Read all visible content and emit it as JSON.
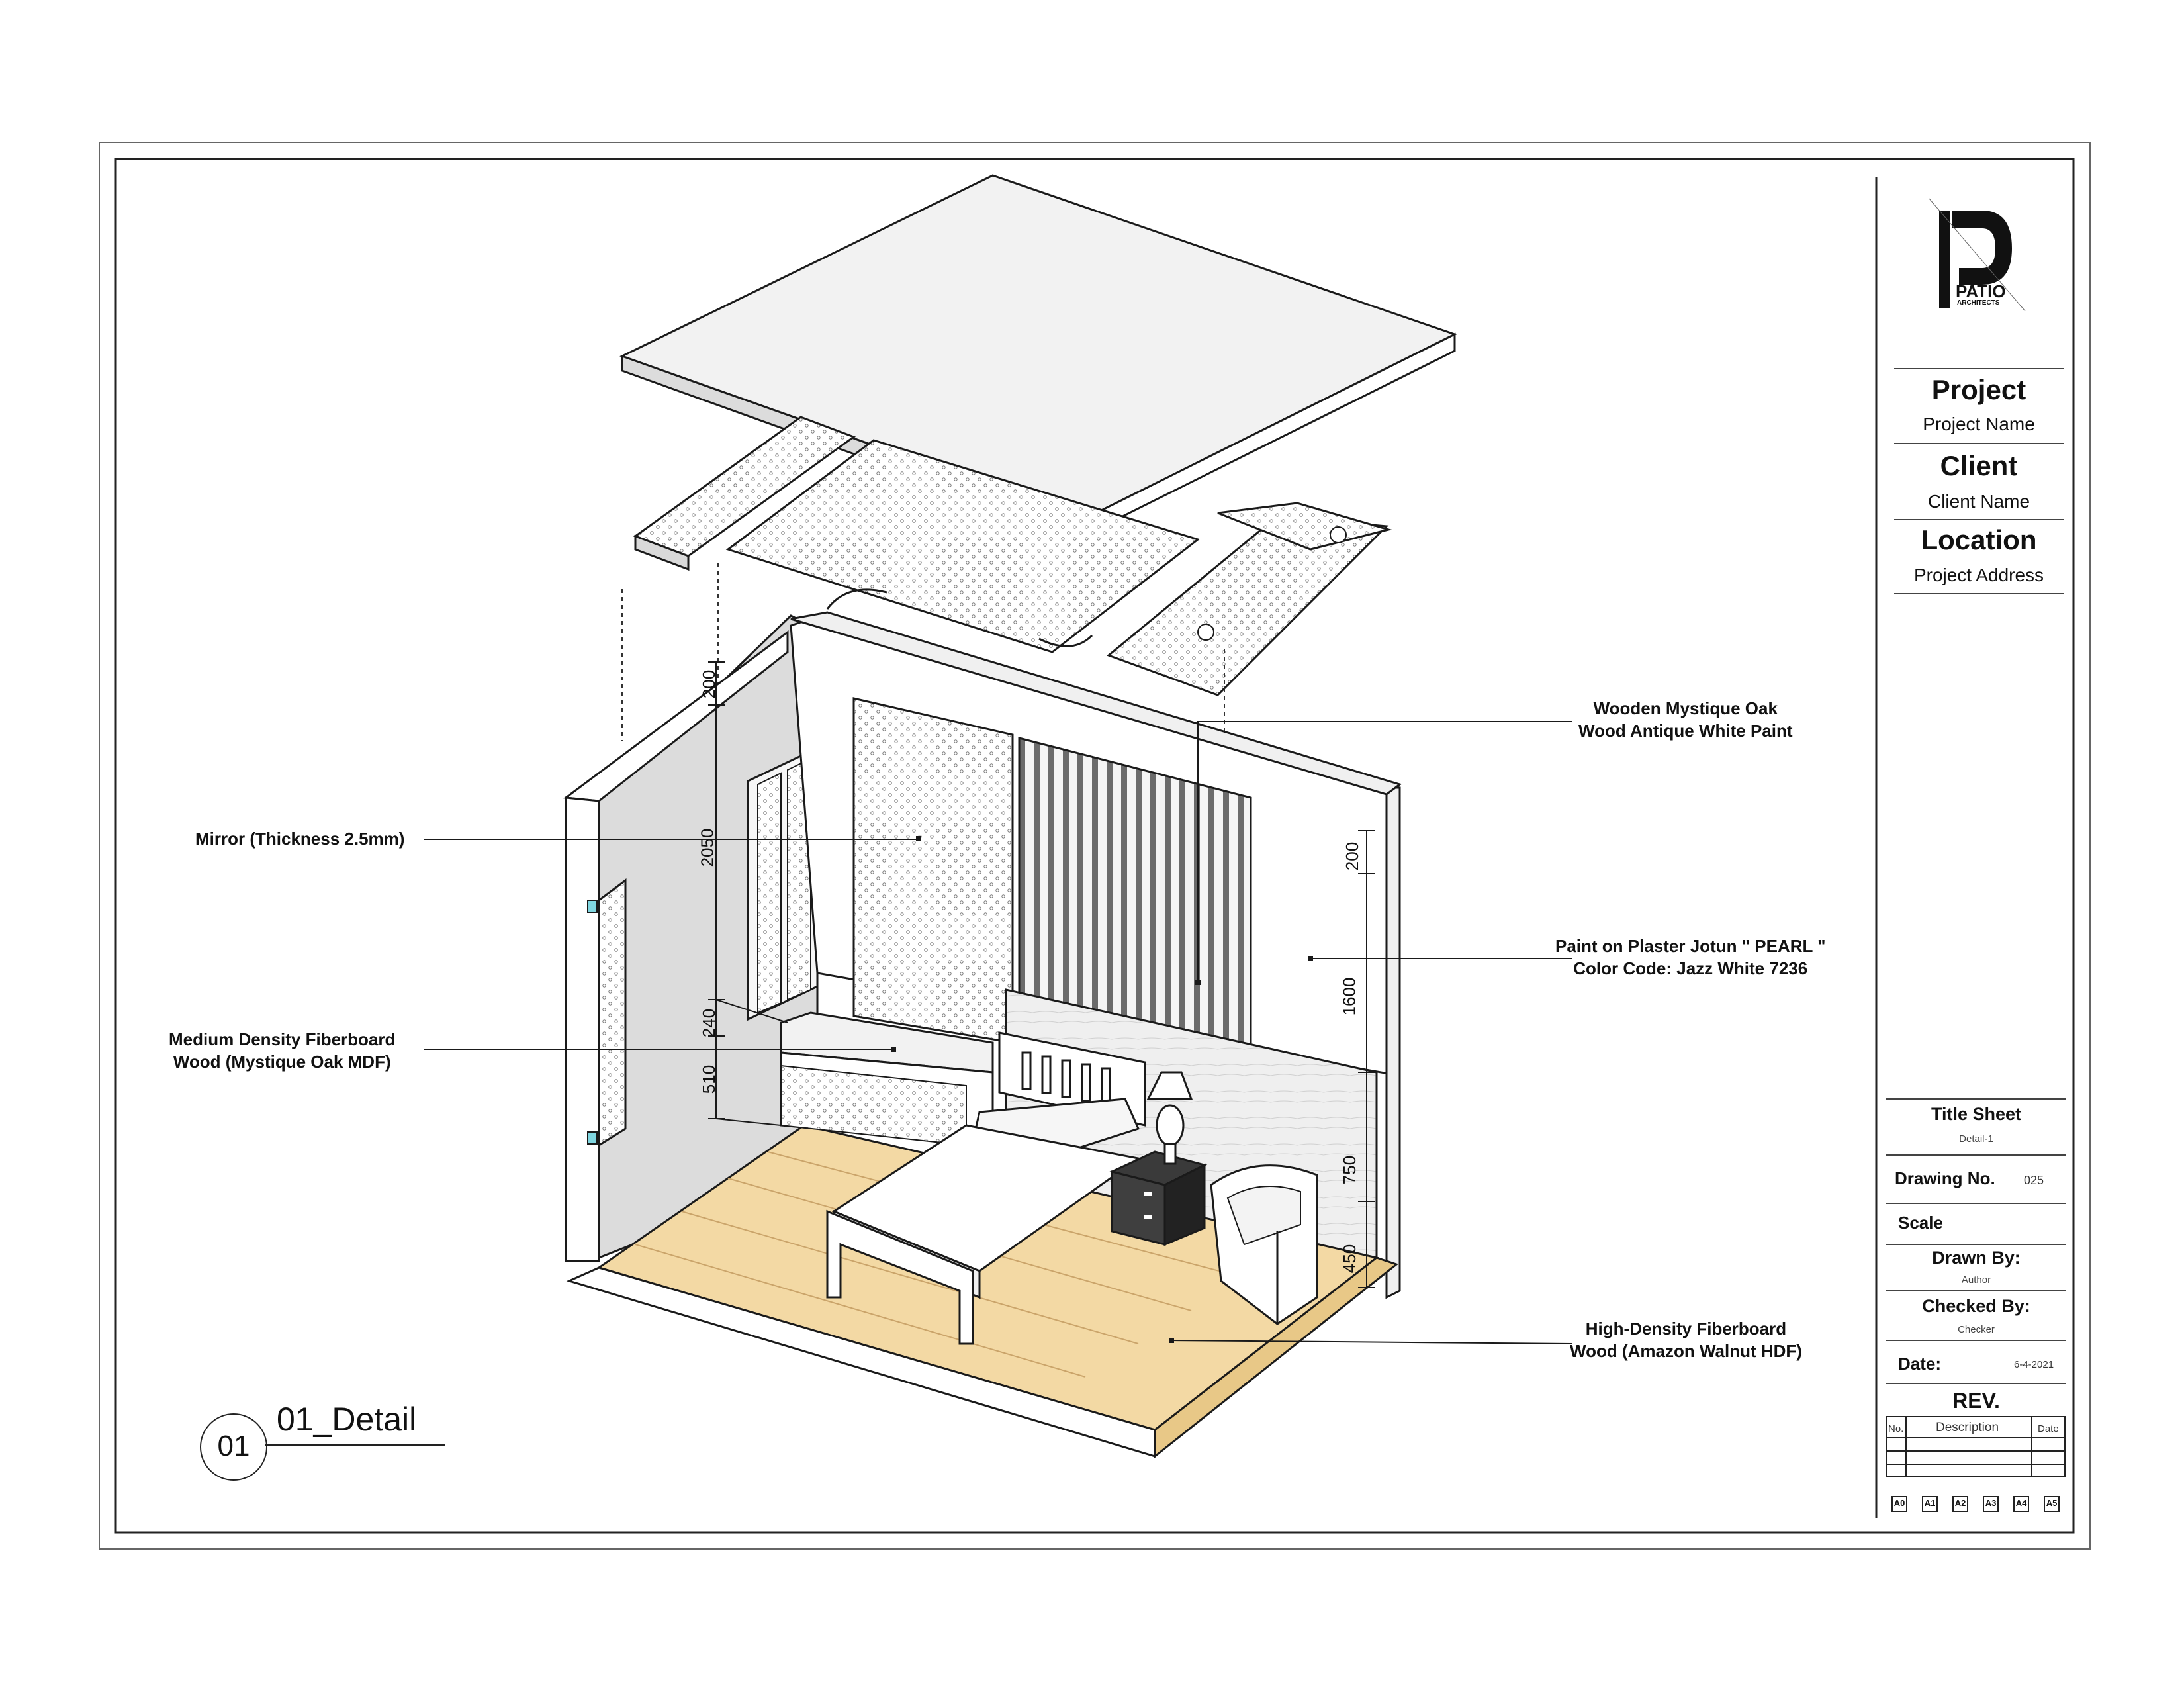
{
  "view": {
    "number": "01",
    "title": "01_Detail"
  },
  "dimensions": {
    "left_200": "200",
    "left_2050": "2050",
    "left_240": "240",
    "left_510": "510",
    "right_200": "200",
    "right_1600": "1600",
    "right_750": "750",
    "right_450": "450"
  },
  "annotations": {
    "mirror": {
      "line1": "Mirror (Thickness 2.5mm)"
    },
    "mdf": {
      "line1": "Medium Density Fiberboard",
      "line2": "Wood (Mystique Oak MDF)"
    },
    "oak": {
      "line1": "Wooden Mystique Oak",
      "line2": "Wood Antique White Paint"
    },
    "paint": {
      "line1": "Paint on Plaster Jotun \" PEARL \"",
      "line2": "Color Code: Jazz White 7236"
    },
    "hdf": {
      "line1": "High-Density Fiberboard",
      "line2": "Wood (Amazon Walnut HDF)"
    }
  },
  "title_block": {
    "logo": {
      "name": "PATIO",
      "sub": "ARCHITECTS"
    },
    "project_label": "Project",
    "project_value": "Project Name",
    "client_label": "Client",
    "client_value": "Client Name",
    "location_label": "Location",
    "location_value": "Project Address",
    "sheet_title": "Title Sheet",
    "sheet_sub": "Detail-1",
    "drawing_no_label": "Drawing No.",
    "drawing_no_value": "025",
    "scale_label": "Scale",
    "drawn_by_label": "Drawn By:",
    "drawn_by_value": "Author",
    "checked_by_label": "Checked By:",
    "checked_by_value": "Checker",
    "date_label": "Date:",
    "date_value": "6-4-2021",
    "rev_label": "REV.",
    "rev_headers": [
      "No.",
      "Description",
      "Date"
    ],
    "sheet_sizes": [
      "A0",
      "A1",
      "A2",
      "A3",
      "A4",
      "A5"
    ]
  },
  "colors": {
    "floor": "#f3d9a4",
    "floor_edge": "#e8c887",
    "wall": "#ffffff",
    "wall_shade": "#d9d9d9",
    "line": "#1a1a1a",
    "glass": "#7fd6e0"
  }
}
